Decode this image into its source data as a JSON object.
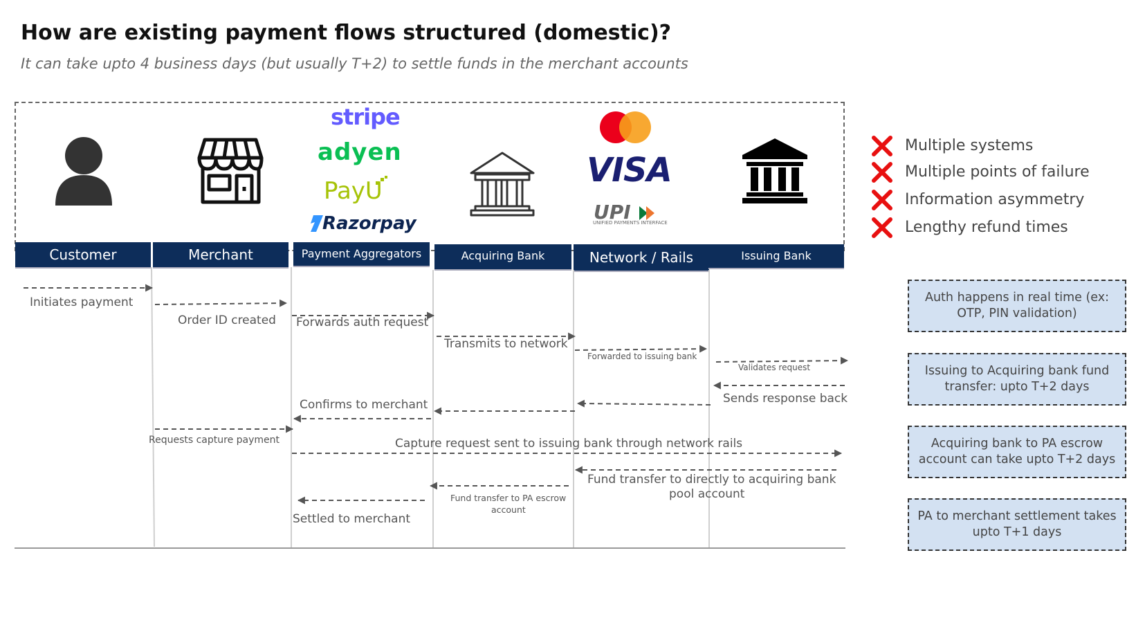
{
  "title": "How are existing payment flows structured (domestic)?",
  "subtitle": "It can take upto 4 business days (but usually T+2) to settle funds in the merchant accounts",
  "lanes": [
    "Customer",
    "Merchant",
    "Payment Aggregators",
    "Acquiring Bank",
    "Network / Rails",
    "Issuing Bank"
  ],
  "brands": {
    "stripe": "stripe",
    "adyen": "adyen",
    "payu": "PayU",
    "razorpay": "Razorpay",
    "visa": "VISA",
    "upi": "UPI",
    "upi_sub": "UNIFIED PAYMENTS INTERFACE"
  },
  "messages": {
    "initiates_payment": "Initiates payment",
    "order_id": "Order ID created",
    "forwards_auth": "Forwards auth request",
    "transmits": "Transmits to network",
    "forwarded_issuing": "Forwarded to issuing bank",
    "validates": "Validates request",
    "sends_response": "Sends response back",
    "confirms": "Confirms to merchant",
    "requests_capture": "Requests capture payment",
    "capture_sent": "Capture request sent to issuing bank through network rails",
    "fund_transfer_acq_1": "Fund transfer to directly to acquiring bank",
    "fund_transfer_acq_2": "pool account",
    "fund_transfer_pa_1": "Fund transfer to PA escrow",
    "fund_transfer_pa_2": "account",
    "settled": "Settled to merchant"
  },
  "cons": [
    "Multiple systems",
    "Multiple points of failure",
    "Information asymmetry",
    "Lengthy refund times"
  ],
  "notes": [
    "Auth happens in real time (ex: OTP, PIN validation)",
    "Issuing to Acquiring bank fund transfer: upto T+2 days",
    "Acquiring bank to PA escrow account can take upto T+2 days",
    "PA to merchant settlement takes upto T+1 days"
  ],
  "icons": {
    "customer": "person-icon",
    "merchant": "storefront-icon",
    "acquiring": "bank-outline-icon",
    "network": "mastercard-icon",
    "issuing": "bank-solid-icon",
    "cons": "red-cross-icon"
  },
  "colors": {
    "header_bg": "#0d2d5a",
    "note_bg": "#d3e1f2",
    "cross": "#e81010",
    "stripe": "#635bff",
    "adyen": "#0abf53",
    "payu": "#a6c307",
    "razorpay": "#0c2451",
    "visa": "#1a1f71",
    "mc_red": "#eb001b",
    "mc_orange": "#f79e1b"
  }
}
